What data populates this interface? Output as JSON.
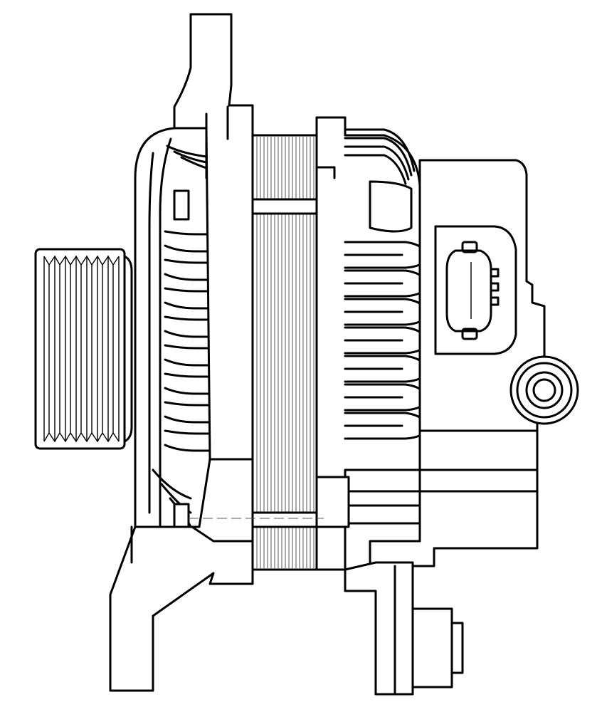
{
  "drawing": {
    "subject": "alternator-side-view",
    "line_color": "#000000",
    "background": "#ffffff",
    "parts": [
      "pulley",
      "front-housing",
      "upper-mounting-ear",
      "lower-mounting-ear",
      "stator-core",
      "rear-housing",
      "rear-cover",
      "electrical-connector",
      "output-terminal",
      "lower-bracket-bolt",
      "through-bolt"
    ]
  }
}
